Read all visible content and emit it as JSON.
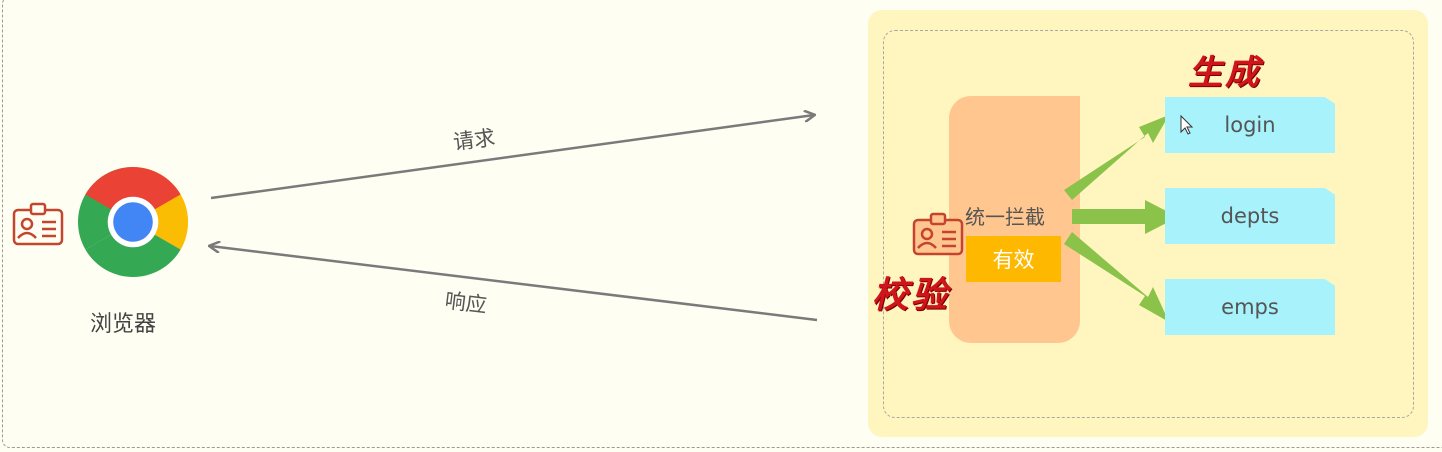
{
  "browser": {
    "label": "浏览器",
    "icon": "chrome-icon"
  },
  "edges": {
    "request": "请求",
    "response": "响应"
  },
  "interceptor": {
    "label": "统一拦截",
    "badge": "有效"
  },
  "endpoints": [
    "login",
    "depts",
    "emps"
  ],
  "annotations": {
    "generate": "生成",
    "verify": "校验"
  },
  "colors": {
    "server_panel": "#fff5bf",
    "interceptor": "#ffc690",
    "valid_badge": "#ffb800",
    "endpoint": "#a7f2fb",
    "dispatch_arrow": "#8bc34a",
    "annotation": "#d0141c"
  }
}
